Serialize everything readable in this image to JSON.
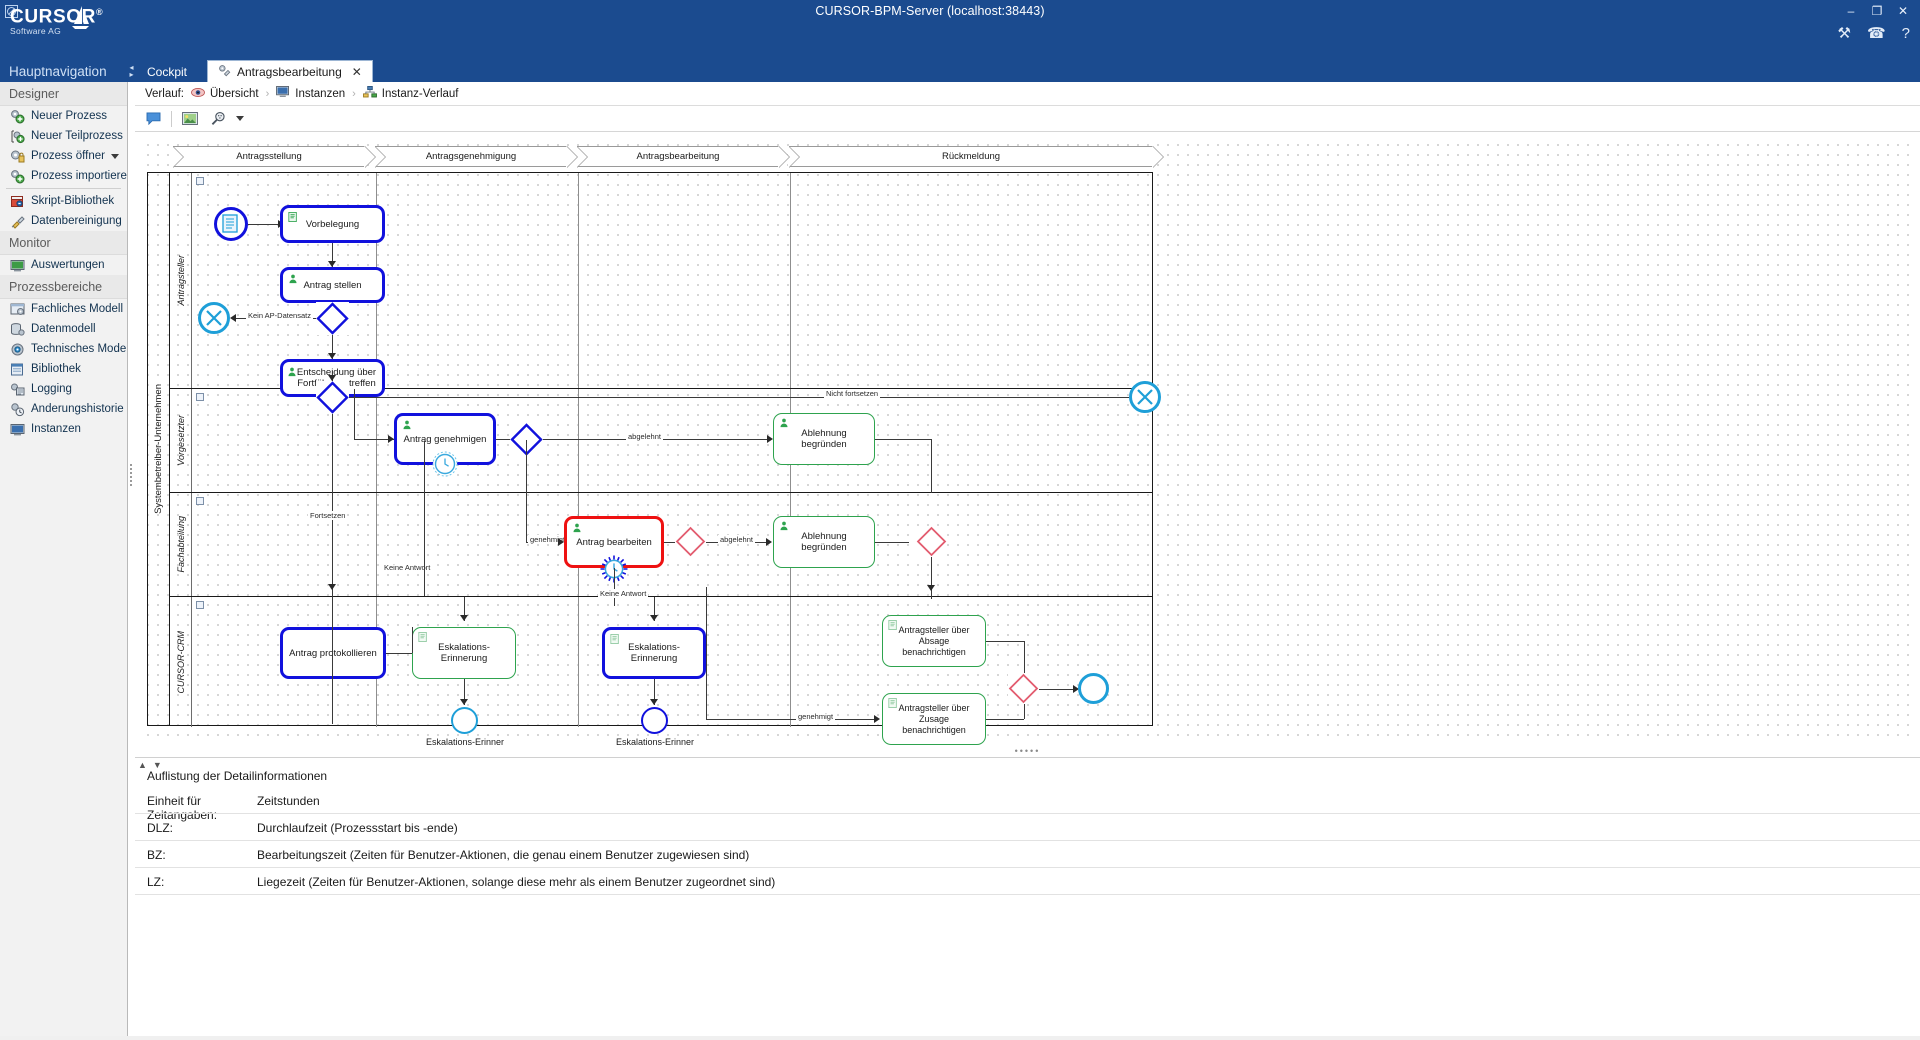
{
  "window": {
    "title": "CURSOR-BPM-Server (localhost:38443)",
    "app_icon": "app-icon",
    "minimize": "–",
    "maximize": "❐",
    "close": "✕"
  },
  "brand": {
    "name": "CURSOR",
    "registered": "®",
    "sub": "Software AG"
  },
  "header_icons": [
    {
      "name": "tools-icon",
      "glyph": "⚒"
    },
    {
      "name": "support-icon",
      "glyph": "☎"
    },
    {
      "name": "help-icon",
      "glyph": "?"
    }
  ],
  "sidebar": {
    "header": "Hauptnavigation",
    "sections": [
      {
        "title": "Designer",
        "items": [
          {
            "label": "Neuer Prozess",
            "icon": "new-process-icon"
          },
          {
            "label": "Neuer Teilprozess",
            "icon": "new-subprocess-icon"
          },
          {
            "label": "Prozess öffnen",
            "icon": "open-process-icon",
            "has_caret": true
          },
          {
            "label": "Prozess importieren",
            "icon": "import-process-icon"
          },
          {
            "separator": true
          },
          {
            "label": "Skript-Bibliothek",
            "icon": "script-library-icon"
          },
          {
            "label": "Datenbereinigung",
            "icon": "data-cleanup-icon"
          }
        ]
      },
      {
        "title": "Monitor",
        "items": [
          {
            "label": "Auswertungen",
            "icon": "reports-icon"
          }
        ]
      },
      {
        "title": "Prozessbereiche",
        "items": [
          {
            "label": "Fachliches Modell",
            "icon": "business-model-icon"
          },
          {
            "label": "Datenmodell",
            "icon": "data-model-icon"
          },
          {
            "label": "Technisches Modell",
            "icon": "technical-model-icon"
          },
          {
            "label": "Bibliothek",
            "icon": "library-icon"
          },
          {
            "label": "Logging",
            "icon": "logging-icon"
          },
          {
            "label": "Änderungshistorie",
            "icon": "change-history-icon"
          },
          {
            "label": "Instanzen",
            "icon": "instances-icon"
          }
        ]
      }
    ]
  },
  "tabs": [
    {
      "label": "Cockpit",
      "active": false,
      "closable": false
    },
    {
      "label": "Antragsbearbeitung",
      "active": true,
      "closable": true,
      "close_glyph": "✕",
      "icon": "process-tab-icon"
    }
  ],
  "breadcrumb": {
    "prefix": "Verlauf:",
    "separator": "›",
    "items": [
      {
        "label": "Übersicht",
        "icon": "overview-eye-icon"
      },
      {
        "label": "Instanzen",
        "icon": "instances-monitor-icon"
      },
      {
        "label": "Instanz-Verlauf",
        "icon": "instance-history-icon"
      }
    ]
  },
  "toolbar": {
    "buttons": [
      {
        "name": "comment-button",
        "icon": "speech-bubble-icon"
      },
      {
        "name": "image-export-button",
        "icon": "picture-icon"
      },
      {
        "name": "zoom-button",
        "icon": "magnifier-icon"
      }
    ],
    "dropdown_caret": "▾"
  },
  "diagram": {
    "phases": [
      {
        "label": "Antragsstellung"
      },
      {
        "label": "Antragsgenehmigung"
      },
      {
        "label": "Antragsbearbeitung"
      },
      {
        "label": "Rückmeldung"
      }
    ],
    "pool_label": "Systembetreiber-Unternehmen",
    "lanes": [
      {
        "label": "Antragsteller"
      },
      {
        "label": "Vorgesetzter"
      },
      {
        "label": "Fachabteilung"
      },
      {
        "label": "CURSOR-CRM"
      }
    ],
    "tasks": [
      {
        "id": "vorbelegung",
        "label": "Vorbelegung",
        "color": "blue",
        "marker": "script-marker"
      },
      {
        "id": "antrag-stellen",
        "label": "Antrag stellen",
        "color": "blue",
        "marker": "user-marker"
      },
      {
        "id": "entscheidung",
        "label": "Entscheidung über\nFortführung treffen",
        "color": "blue",
        "marker": "user-marker"
      },
      {
        "id": "antrag-genehmigen",
        "label": "Antrag genehmigen",
        "color": "blue",
        "marker": "user-marker",
        "boundary": "timer-boundary"
      },
      {
        "id": "ablehnung-begruenden-1",
        "label": "Ablehnung begründen",
        "color": "green",
        "marker": "user-marker"
      },
      {
        "id": "antrag-bearbeiten",
        "label": "Antrag bearbeiten",
        "color": "red",
        "marker": "user-marker",
        "boundary": "timer-boundary-active"
      },
      {
        "id": "ablehnung-begruenden-2",
        "label": "Ablehnung begründen",
        "color": "green",
        "marker": "user-marker"
      },
      {
        "id": "antrag-protokollieren",
        "label": "Antrag protokollieren",
        "color": "blue"
      },
      {
        "id": "eskalation-1",
        "label": "Eskalations-Erinnerung",
        "color": "green",
        "marker": "script-marker"
      },
      {
        "id": "eskalation-2",
        "label": "Eskalations-Erinnerung",
        "color": "blue",
        "marker": "script-marker"
      },
      {
        "id": "absage",
        "label": "Antragsteller über\nAbsage\nbenachrichtigen",
        "color": "green",
        "marker": "script-marker"
      },
      {
        "id": "zusage",
        "label": "Antragsteller über\nZusage\nbenachrichtigen",
        "color": "green",
        "marker": "script-marker"
      }
    ],
    "events": [
      {
        "id": "start",
        "type": "message-start-event",
        "label": ""
      },
      {
        "id": "terminate-1",
        "type": "terminate-end-event",
        "label": ""
      },
      {
        "id": "terminate-2",
        "type": "terminate-end-event",
        "label": ""
      },
      {
        "id": "esk-end-1",
        "type": "intermediate-event",
        "label": "Eskalations-Erinner\nung erstellt"
      },
      {
        "id": "esk-end-2",
        "type": "intermediate-event",
        "label": "Eskalations-Erinner\nung erstellt"
      },
      {
        "id": "end",
        "type": "end-event",
        "label": ""
      }
    ],
    "edge_labels": [
      "Kein AP-Datensatz",
      "Nicht fortsetzen",
      "Fortsetzen",
      "abgelehnt",
      "genehmigt",
      "abgelehnt",
      "Keine Antwort",
      "Keine Antwort",
      "genehmigt"
    ]
  },
  "detail": {
    "title": "Auflistung der Detailinformationen",
    "rows": [
      {
        "key": "Einheit für Zeitangaben:",
        "value": "Zeitstunden"
      },
      {
        "key": "DLZ:",
        "value": "Durchlaufzeit (Prozessstart bis -ende)"
      },
      {
        "key": "BZ:",
        "value": "Bearbeitungszeit (Zeiten für Benutzer-Aktionen, die genau einem Benutzer zugewiesen sind)"
      },
      {
        "key": "LZ:",
        "value": "Liegezeit (Zeiten für Benutzer-Aktionen, solange diese mehr als einem Benutzer zugeordnet sind)"
      }
    ]
  },
  "colors": {
    "brand_blue": "#1b4b8f",
    "node_blue": "#1111dd",
    "node_green": "#2ea34e",
    "node_red": "#ee1111",
    "event_cyan": "#1e9fd8"
  }
}
